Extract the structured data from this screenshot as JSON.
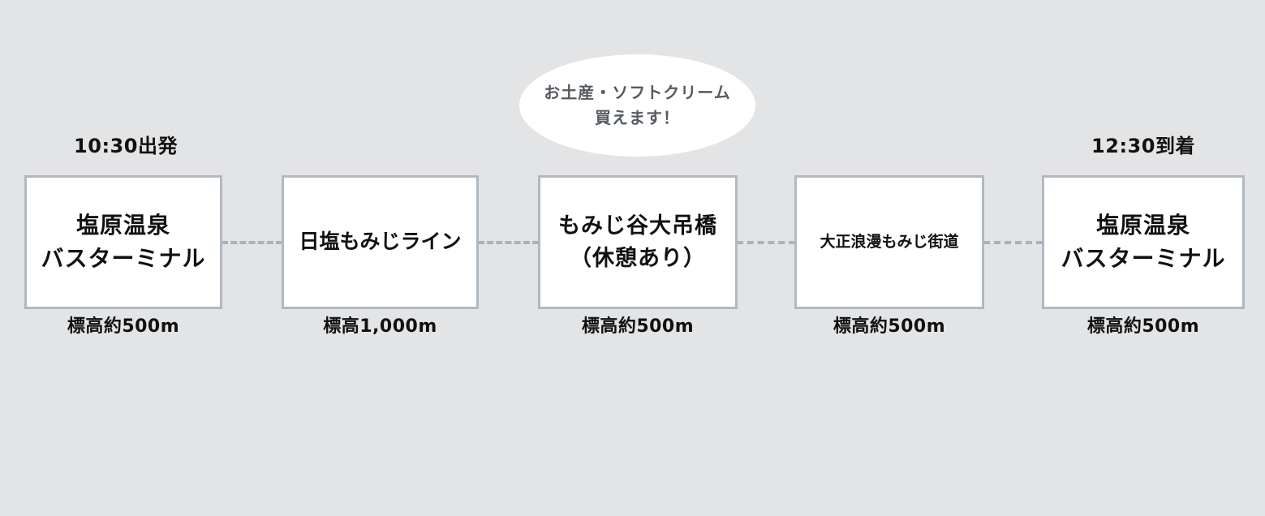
{
  "departure_time": "10:30出発",
  "arrival_time": "12:30到着",
  "callout": "お土産・ソフトクリーム\n買えます！",
  "stops": [
    {
      "name": "塩原温泉\nバスターミナル",
      "elevation": "標高約500m"
    },
    {
      "name": "日塩もみじライン",
      "elevation": "標高1,000m"
    },
    {
      "name": "もみじ谷大吊橋\n（休憩あり）",
      "elevation": "標高約500m"
    },
    {
      "name": "大正浪漫もみじ街道",
      "elevation": "標高約500m"
    },
    {
      "name": "塩原温泉\nバスターミナル",
      "elevation": "標高約500m"
    }
  ],
  "colors": {
    "background": "#e3e4e6",
    "box_border": "#b1b9c0",
    "connector": "#aab3bb",
    "callout_text": "#555b61"
  }
}
